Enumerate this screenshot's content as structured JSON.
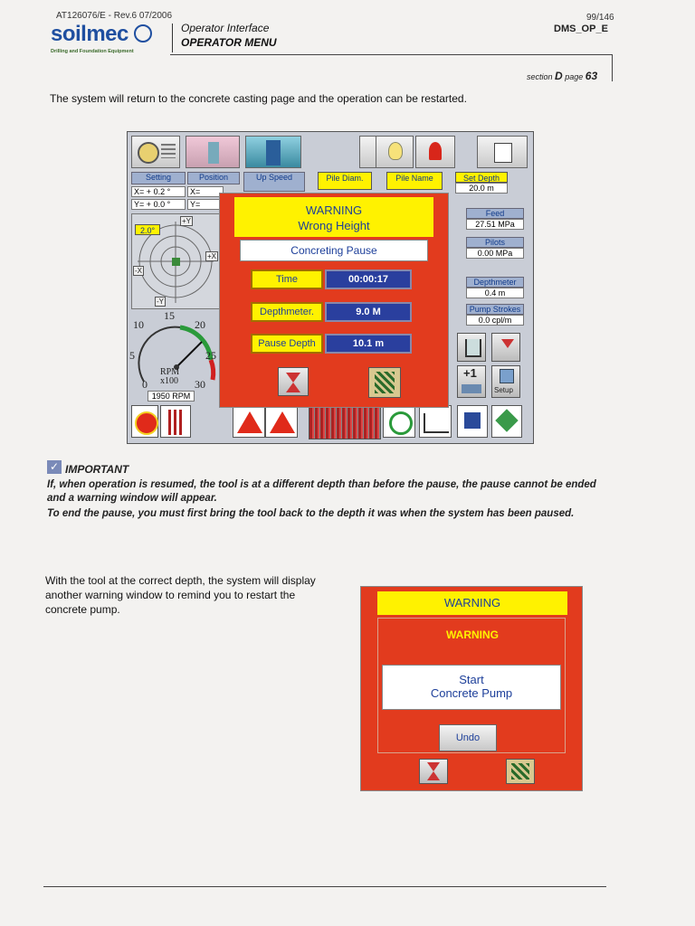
{
  "header": {
    "doc_ref": "AT126076/E - Rev.6 07/2006",
    "brand": "soilmec",
    "brand_tagline": "Drilling and Foundation Equipment",
    "title_line1": "Operator Interface",
    "title_line2": "OPERATOR MENU",
    "page_count": "99/146",
    "doc_code": "DMS_OP_E",
    "section_label": "section",
    "section_letter": "D",
    "page_label": "page",
    "page_number": "63"
  },
  "intro_text": "The system will return to the concrete casting page and the operation can be restarted.",
  "screen1": {
    "top_headers": {
      "setting": "Setting",
      "position": "Position",
      "up_speed": "Up Speed",
      "pile_diam": "Pile Diam.",
      "pile_name": "Pile Name",
      "set_depth": "Set Depth",
      "set_depth_value": "20.0 m"
    },
    "setting_rows": [
      {
        "axis": "X=",
        "sign": "+",
        "value": "0.2 °"
      },
      {
        "axis": "Y=",
        "sign": "+",
        "value": "0.0 °"
      }
    ],
    "position_rows": [
      {
        "axis": "X="
      },
      {
        "axis": "Y="
      }
    ],
    "inclination": "2.0°",
    "axis_labels": {
      "pos_y": "+Y",
      "neg_x": "-X",
      "pos_x": "+X",
      "neg_y": "-Y"
    },
    "gauge": {
      "t15": "15",
      "t10": "10",
      "t20": "20",
      "t5": "5",
      "t25": "25",
      "t0": "0",
      "t30": "30",
      "unit1": "RPM",
      "unit2": "x100",
      "readout": "1950 RPM"
    },
    "right_panel": [
      {
        "label": "Feed",
        "value": "27.51 MPa"
      },
      {
        "label": "Pilots",
        "value": "0.00 MPa"
      },
      {
        "label": "Depthmeter",
        "value": "0.4 m"
      },
      {
        "label": "Pump Strokes",
        "value": "0.0 cpl/m"
      }
    ],
    "right_icons": {
      "plus_one": "+1",
      "setup": "Setup"
    },
    "dialog": {
      "warning": "WARNING",
      "subtitle": "Wrong Height",
      "pause_title": "Concreting Pause",
      "rows": [
        {
          "label": "Time",
          "value": "00:00:17"
        },
        {
          "label": "Depthmeter.",
          "value": "9.0 M"
        },
        {
          "label": "Pause Depth",
          "value": "10.1 m"
        }
      ]
    }
  },
  "important": {
    "title": "IMPORTANT",
    "text1": "If, when operation is resumed, the tool is at a different depth than before the pause, the pause cannot be ended and a warning window will appear.",
    "text2": "To end the pause, you must first bring the tool back to the depth it was when the system has been paused."
  },
  "lower_text": "With the tool at the correct depth, the system will display another warning window to remind you to restart the concrete pump.",
  "screen2": {
    "bar_title": "WARNING",
    "inner_title": "WARNING",
    "message_line1": "Start",
    "message_line2": "Concrete Pump",
    "undo": "Undo"
  },
  "colors": {
    "warning_red": "#e23b1e",
    "warning_yellow": "#fff200",
    "brand_blue": "#1f4fa0"
  }
}
